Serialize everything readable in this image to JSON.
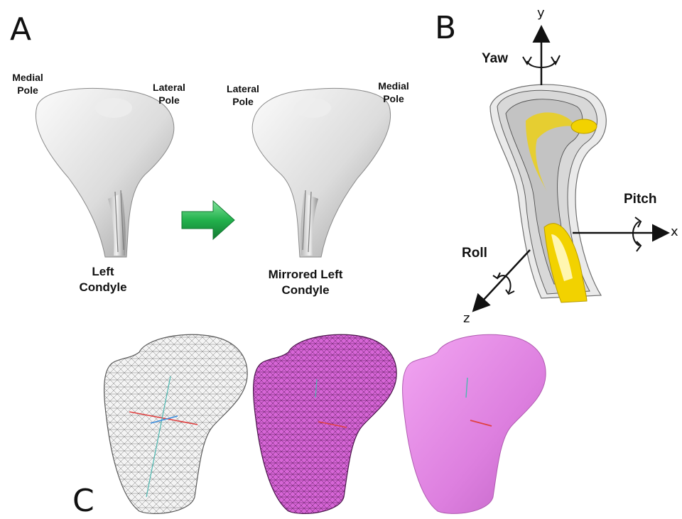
{
  "panels": {
    "a": "A",
    "b": "B",
    "c": "C"
  },
  "panel_a": {
    "left_medial_pole": "Medial\nPole",
    "left_lateral_pole": "Lateral\nPole",
    "left_caption_line1": "Left",
    "left_caption_line2": "Condyle",
    "right_lateral_pole": "Lateral\nPole",
    "right_medial_pole": "Medial\nPole",
    "right_caption_line1": "Mirrored Left",
    "right_caption_line2": "Condyle",
    "arrow_color": "#22b14c"
  },
  "panel_b": {
    "yaw": "Yaw",
    "pitch": "Pitch",
    "roll": "Roll",
    "axis_x": "x",
    "axis_y": "y",
    "axis_z": "z",
    "highlight_color": "#f2d200"
  },
  "panel_c": {
    "mesh_color": "#d86ad8",
    "surface_color": "#e48ae6"
  }
}
